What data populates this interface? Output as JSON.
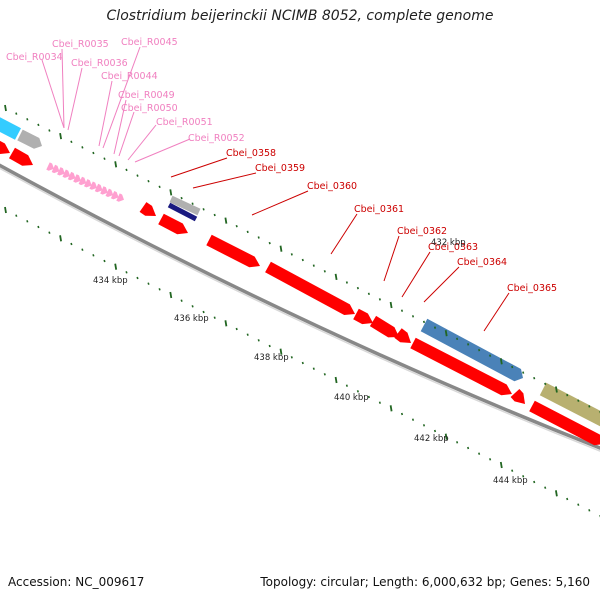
{
  "title": "Clostridium beijerinckii NCIMB 8052, complete genome",
  "footer": {
    "accession": "Accession: NC_009617",
    "topology": "Topology: circular; Length: 6,000,632 bp; Genes: 5,160"
  },
  "colors": {
    "cds": "#ff0000",
    "rrna": "#ffa0d0",
    "rrna_label": "#f080c0",
    "cds_label": "#cc0000",
    "tick": "#226622",
    "backbone": "#888888",
    "blue_feature": "#4a82b8",
    "olive_feature": "#b8b070",
    "cyan_feature": "#33ccff",
    "gray_feature": "#b0b0b0",
    "navy_feature": "#1a1a80"
  },
  "scale_labels": [
    "432 kbp",
    "434 kbp",
    "436 kbp",
    "438 kbp",
    "440 kbp",
    "442 kbp",
    "444 kbp"
  ],
  "rrna_labels": [
    "Cbei_R0034",
    "Cbei_R0035",
    "Cbei_R0036",
    "Cbei_R0044",
    "Cbei_R0045",
    "Cbei_R0049",
    "Cbei_R0050",
    "Cbei_R0051",
    "Cbei_R0052"
  ],
  "cds_labels": [
    "Cbei_0358",
    "Cbei_0359",
    "Cbei_0360",
    "Cbei_0361",
    "Cbei_0362",
    "Cbei_0363",
    "Cbei_0364",
    "Cbei_0365"
  ]
}
